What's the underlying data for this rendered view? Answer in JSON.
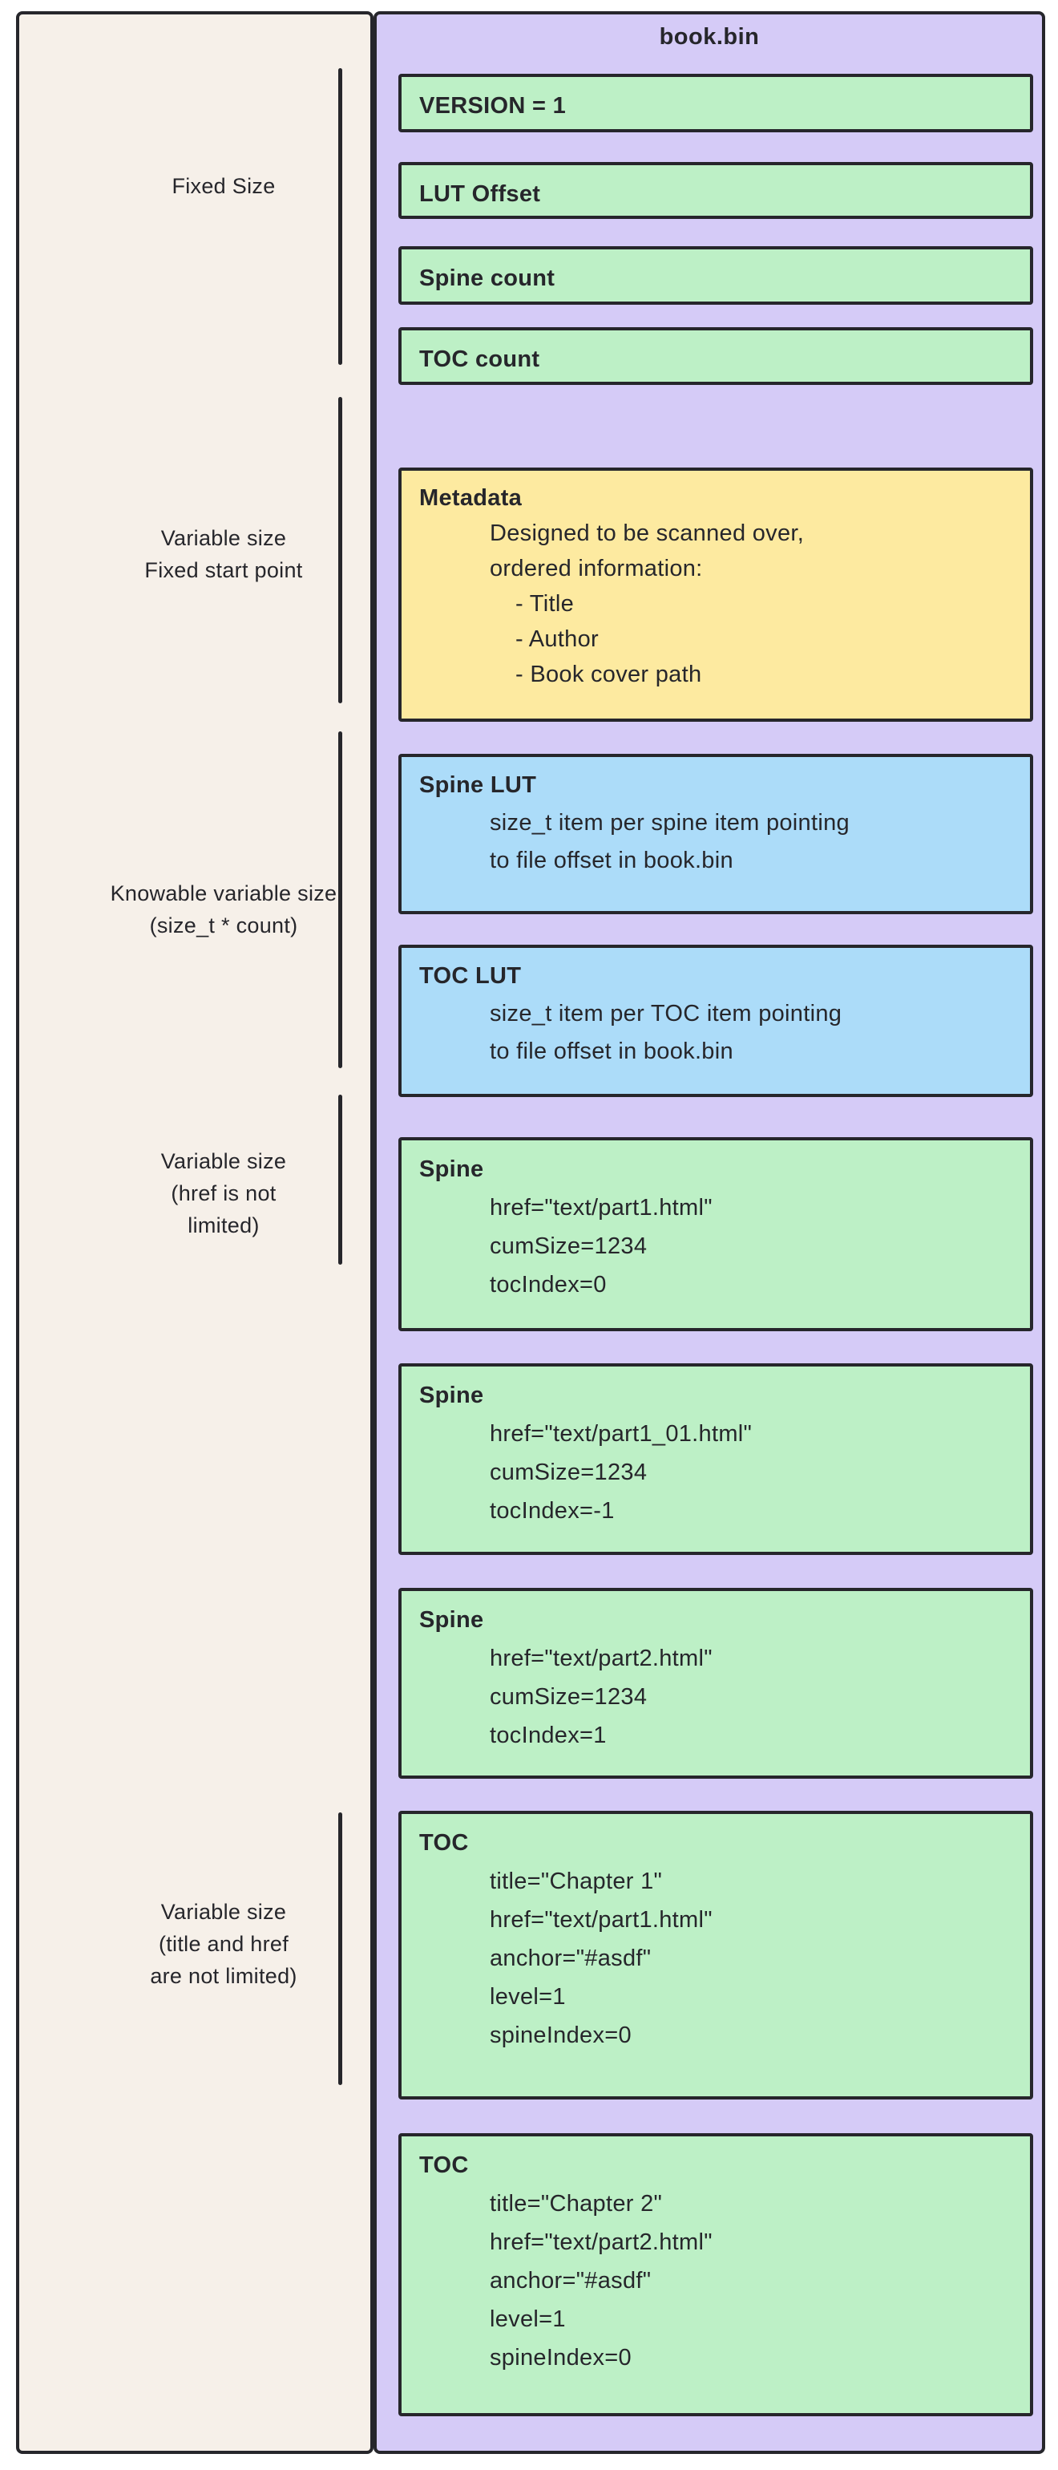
{
  "diagram": {
    "title": "book.bin",
    "boxes": [
      {
        "style": "green",
        "title": "VERSION = 1",
        "lines": []
      },
      {
        "style": "green",
        "title": "LUT Offset",
        "lines": []
      },
      {
        "style": "green",
        "title": "Spine count",
        "lines": []
      },
      {
        "style": "green",
        "title": "TOC count",
        "lines": []
      },
      {
        "style": "yellow",
        "title": "Metadata",
        "lines": [
          "Designed to be scanned over,",
          "ordered information:",
          "- Title",
          "- Author",
          "- Book cover path"
        ]
      },
      {
        "style": "blue",
        "title": "Spine LUT",
        "lines": [
          "size_t item per spine item pointing",
          "to file offset in book.bin"
        ]
      },
      {
        "style": "blue",
        "title": "TOC LUT",
        "lines": [
          "size_t item per TOC item pointing",
          "to file offset in book.bin"
        ]
      },
      {
        "style": "green",
        "title": "Spine",
        "lines": [
          "href=\"text/part1.html\"",
          "cumSize=1234",
          "tocIndex=0"
        ]
      },
      {
        "style": "green",
        "title": "Spine",
        "lines": [
          "href=\"text/part1_01.html\"",
          "cumSize=1234",
          "tocIndex=-1"
        ]
      },
      {
        "style": "green",
        "title": "Spine",
        "lines": [
          "href=\"text/part2.html\"",
          "cumSize=1234",
          "tocIndex=1"
        ]
      },
      {
        "style": "green",
        "title": "TOC",
        "lines": [
          "title=\"Chapter 1\"",
          "href=\"text/part1.html\"",
          "anchor=\"#asdf\"",
          "level=1",
          "spineIndex=0"
        ]
      },
      {
        "style": "green",
        "title": "TOC",
        "lines": [
          "title=\"Chapter 2\"",
          "href=\"text/part2.html\"",
          "anchor=\"#asdf\"",
          "level=1",
          "spineIndex=0"
        ]
      }
    ]
  },
  "sidebar": {
    "groups": [
      {
        "label_lines": [
          "Fixed Size"
        ]
      },
      {
        "label_lines": [
          "Variable size",
          "Fixed start point"
        ]
      },
      {
        "label_lines": [
          "Knowable variable size",
          "(size_t * count)"
        ]
      },
      {
        "label_lines": [
          "Variable size",
          "(href is not",
          "limited)"
        ]
      },
      {
        "label_lines": [
          "Variable size",
          "(title and href",
          "are not limited)"
        ]
      }
    ]
  },
  "colors": {
    "stroke": "#26262b",
    "canvas_background": "#ffffff",
    "left_panel_background": "#f6f0e9",
    "container_background": "#d5cbf7",
    "fixed_field_background": "#bdf0c6",
    "metadata_background": "#fdeaa0",
    "lut_background": "#acdcf9"
  }
}
